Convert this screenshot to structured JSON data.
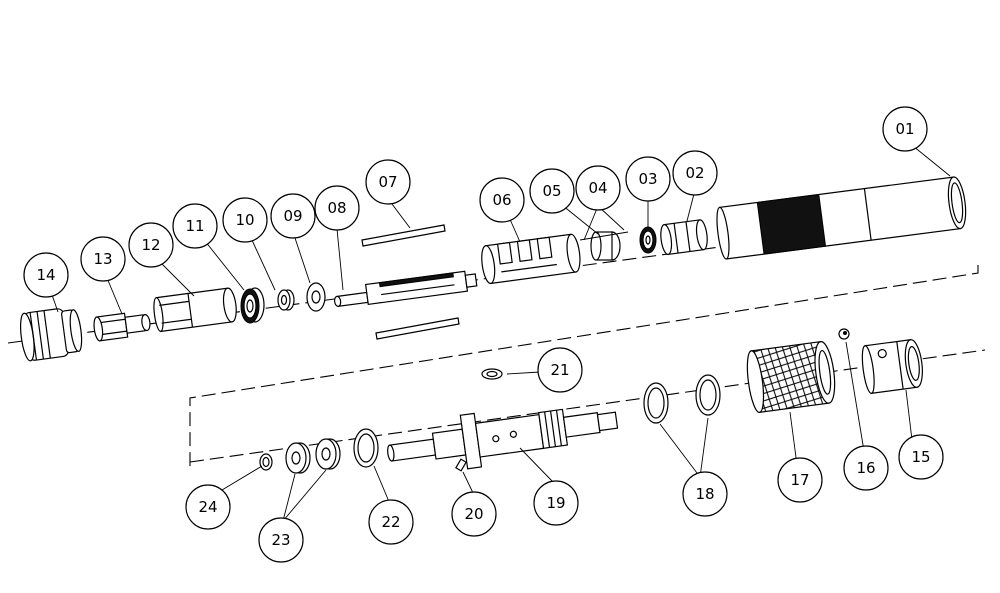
{
  "callouts": [
    {
      "id": "c01",
      "label": "01"
    },
    {
      "id": "c02",
      "label": "02"
    },
    {
      "id": "c03",
      "label": "03"
    },
    {
      "id": "c04",
      "label": "04"
    },
    {
      "id": "c05",
      "label": "05"
    },
    {
      "id": "c06",
      "label": "06"
    },
    {
      "id": "c07",
      "label": "07"
    },
    {
      "id": "c08",
      "label": "08"
    },
    {
      "id": "c09",
      "label": "09"
    },
    {
      "id": "c10",
      "label": "10"
    },
    {
      "id": "c11",
      "label": "11"
    },
    {
      "id": "c12",
      "label": "12"
    },
    {
      "id": "c13",
      "label": "13"
    },
    {
      "id": "c14",
      "label": "14"
    },
    {
      "id": "c15",
      "label": "15"
    },
    {
      "id": "c16",
      "label": "16"
    },
    {
      "id": "c17",
      "label": "17"
    },
    {
      "id": "c18",
      "label": "18"
    },
    {
      "id": "c19",
      "label": "19"
    },
    {
      "id": "c20",
      "label": "20"
    },
    {
      "id": "c21",
      "label": "21"
    },
    {
      "id": "c22",
      "label": "22"
    },
    {
      "id": "c23",
      "label": "23"
    },
    {
      "id": "c24",
      "label": "24"
    }
  ]
}
